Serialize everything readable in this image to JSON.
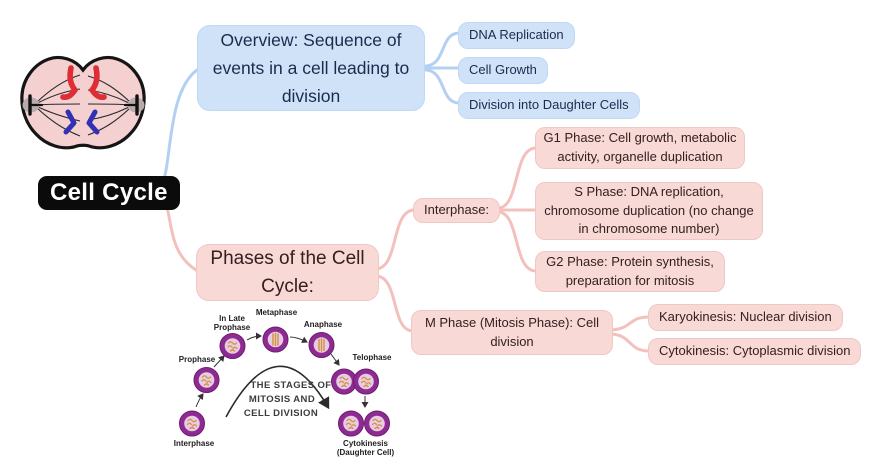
{
  "root": {
    "label": "Cell Cycle"
  },
  "overview": {
    "title": "Overview: Sequence of events in a cell leading to division",
    "items": [
      {
        "label": "DNA Replication"
      },
      {
        "label": "Cell Growth"
      },
      {
        "label": "Division into Daughter Cells"
      }
    ]
  },
  "phases": {
    "title": "Phases of the Cell Cycle:",
    "interphase": {
      "label": "Interphase:",
      "items": [
        {
          "label": "G1 Phase: Cell growth, metabolic activity, organelle duplication"
        },
        {
          "label": "S Phase: DNA replication, chromosome duplication (no change in chromosome number)"
        },
        {
          "label": "G2 Phase: Protein synthesis, preparation for mitosis"
        }
      ]
    },
    "m_phase": {
      "label": "M Phase (Mitosis Phase): Cell division",
      "items": [
        {
          "label": "Karyokinesis: Nuclear division"
        },
        {
          "label": "Cytokinesis: Cytoplasmic division"
        }
      ]
    }
  },
  "diagram": {
    "labels": {
      "interphase": "Interphase",
      "prophase": "Prophase",
      "late_prophase_line1": "In Late",
      "late_prophase_line2": "Prophase",
      "metaphase": "Metaphase",
      "anaphase": "Anaphase",
      "telophase": "Telophase",
      "cytokinesis": "Cytokinesis",
      "daughter_cell": "(Daughter Cell)"
    },
    "center_lines": [
      "THE STAGES OF",
      "MITOSIS AND",
      "CELL DIVISION"
    ]
  },
  "colors": {
    "blue_fill": "#cfe2f8",
    "blue_line": "#b3d0f2",
    "blue_text": "#1b2b4d",
    "pink_fill": "#f8d9d6",
    "pink_line": "#f2c1bd",
    "pink_text": "#33201f",
    "root_bg": "#0b0b0b",
    "cell_purple": "#8e2b92",
    "chromosome_red": "#df2d35",
    "chromosome_blue": "#3231b5"
  }
}
